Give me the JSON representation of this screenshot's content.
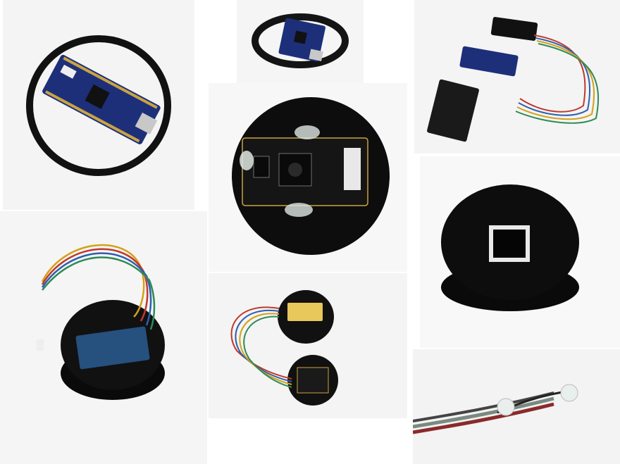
{
  "collage": {
    "panels": [
      {
        "subject": "arduino-nano-in-ring"
      },
      {
        "subject": "arduino-nano-in-band"
      },
      {
        "subject": "breakout-modules-wired"
      },
      {
        "subject": "round-pcb-board"
      },
      {
        "subject": "fingerprint-sensor-disc"
      },
      {
        "subject": "wired-puck-enclosure"
      },
      {
        "subject": "two-puck-assemblies"
      },
      {
        "subject": "wire-harness-leds"
      }
    ]
  }
}
